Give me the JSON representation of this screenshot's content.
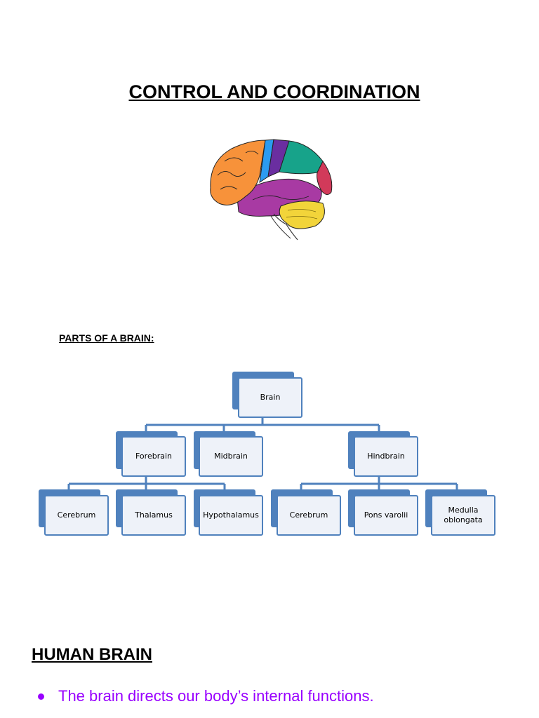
{
  "document": {
    "title": "CONTROL AND COORDINATION",
    "parts_label": "PARTS OF A BRAIN:",
    "section_heading": "HUMAN BRAIN",
    "bullets": [
      "The brain directs our body’s internal functions."
    ]
  },
  "illustration": {
    "icon": "brain-lobes-icon",
    "colors": {
      "frontal": "#f7923a",
      "motor": "#2b9bf0",
      "sensory": "#6a2ea0",
      "parietal": "#17a38a",
      "occipital": "#d23a5a",
      "temporal": "#a83aa3",
      "cerebellum": "#f2d43a"
    }
  },
  "hierarchy": {
    "root": "Brain",
    "level1": [
      "Forebrain",
      "Midbrain",
      "Hindbrain"
    ],
    "forebrain_children": [
      "Cerebrum",
      "Thalamus",
      "Hypothalamus"
    ],
    "hindbrain_children": [
      "Cerebrum",
      "Pons varolii",
      "Medulla oblongata"
    ]
  },
  "colors": {
    "node_border": "#4f81bd",
    "node_fill": "#eef2f9",
    "bullet": "#9900ff"
  }
}
